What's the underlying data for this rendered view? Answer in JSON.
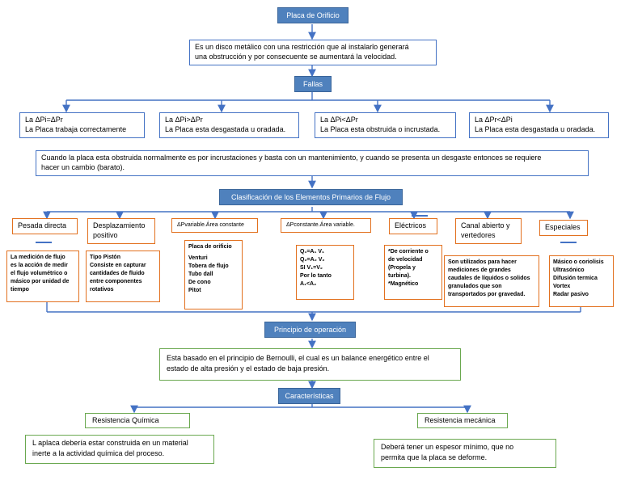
{
  "title": "Placa de Orificio",
  "definition": [
    "Es un disco metálico con una restricción que al instalarlo generará",
    "una obstrucción y por consecuente se aumentará la velocidad."
  ],
  "fallas": {
    "heading": "Fallas",
    "items": [
      {
        "condition": "La ΔPi=ΔPr",
        "result": "La Placa trabaja correctamente"
      },
      {
        "condition": "La ΔPi>ΔPr",
        "result": "La Placa esta desgastada u oradada."
      },
      {
        "condition": "La ΔPi<ΔPr",
        "result": "La Placa esta obstruida o incrustada."
      },
      {
        "condition": "La ΔPr<ΔPi",
        "result": "La Placa esta desgastada u oradada."
      }
    ],
    "note": [
      "Cuando la placa esta obstruida normalmente es por incrustaciones y basta con un mantenimiento, y cuando se presenta un desgaste entonces se requiere",
      "hacer un cambio (barato)."
    ]
  },
  "clasificacion": {
    "heading": "Clasificación de los Elementos Primarios de Flujo",
    "categories": [
      {
        "title": [
          "Pesada directa"
        ],
        "details": [
          "La medición de flujo",
          "es la acción de medir",
          "el flujo volumétrico o",
          "másico por unidad de",
          "tiempo"
        ]
      },
      {
        "title": [
          "Desplazamiento",
          "positivo"
        ],
        "details": [
          "Tipo Pistón",
          "Consiste en capturar",
          "cantidades de fluido",
          "entre componentes",
          "rotativos"
        ]
      },
      {
        "title": [
          "ΔPvariable.Área constante"
        ],
        "details": [
          "Placa de orificio",
          "",
          "Venturi",
          "Tobera de flujo",
          "Tubo dall",
          "De cono",
          "Pitot"
        ]
      },
      {
        "title": [
          "ΔPconstante.Área variable."
        ],
        "details": [
          "Q₁=A₁ V₁",
          "Q₂=A₂ V₂",
          "SI V₁=V₂",
          "Por lo tanto",
          "A₁<A₂"
        ]
      },
      {
        "title": [
          "Eléctricos"
        ],
        "details": [
          "*De corriente o",
          "de velocidad",
          "(Propela y",
          "turbina).",
          "*Magnético"
        ]
      },
      {
        "title": [
          "Canal abierto y",
          "vertedores"
        ],
        "details": [
          "Son utilizados para hacer",
          "mediciones de grandes",
          "caudales de líquidos o solidos",
          "granulados que son",
          "transportados por gravedad."
        ]
      },
      {
        "title": [
          "Especiales"
        ],
        "details": [
          "Másico o coriolisis",
          "Ultrasónico",
          "Difusión termica",
          "Vortex",
          "Radar pasivo"
        ]
      }
    ]
  },
  "principio": {
    "heading": "Principio de operación",
    "text": [
      "Esta basado en el principio de Bernoulli, el cual es un balance energético entre el",
      "estado de alta presión y el estado de baja presión."
    ]
  },
  "caracteristicas": {
    "heading": "Características",
    "items": [
      {
        "label": "Resistencia Química",
        "text": [
          "L aplaca debería estar construida en un material",
          "inerte a la actividad química del proceso."
        ]
      },
      {
        "label": "Resistencia mecánica",
        "text": [
          "Deberá tener un espesor mínimo, que no",
          "permita que la placa se deforme."
        ]
      }
    ]
  }
}
